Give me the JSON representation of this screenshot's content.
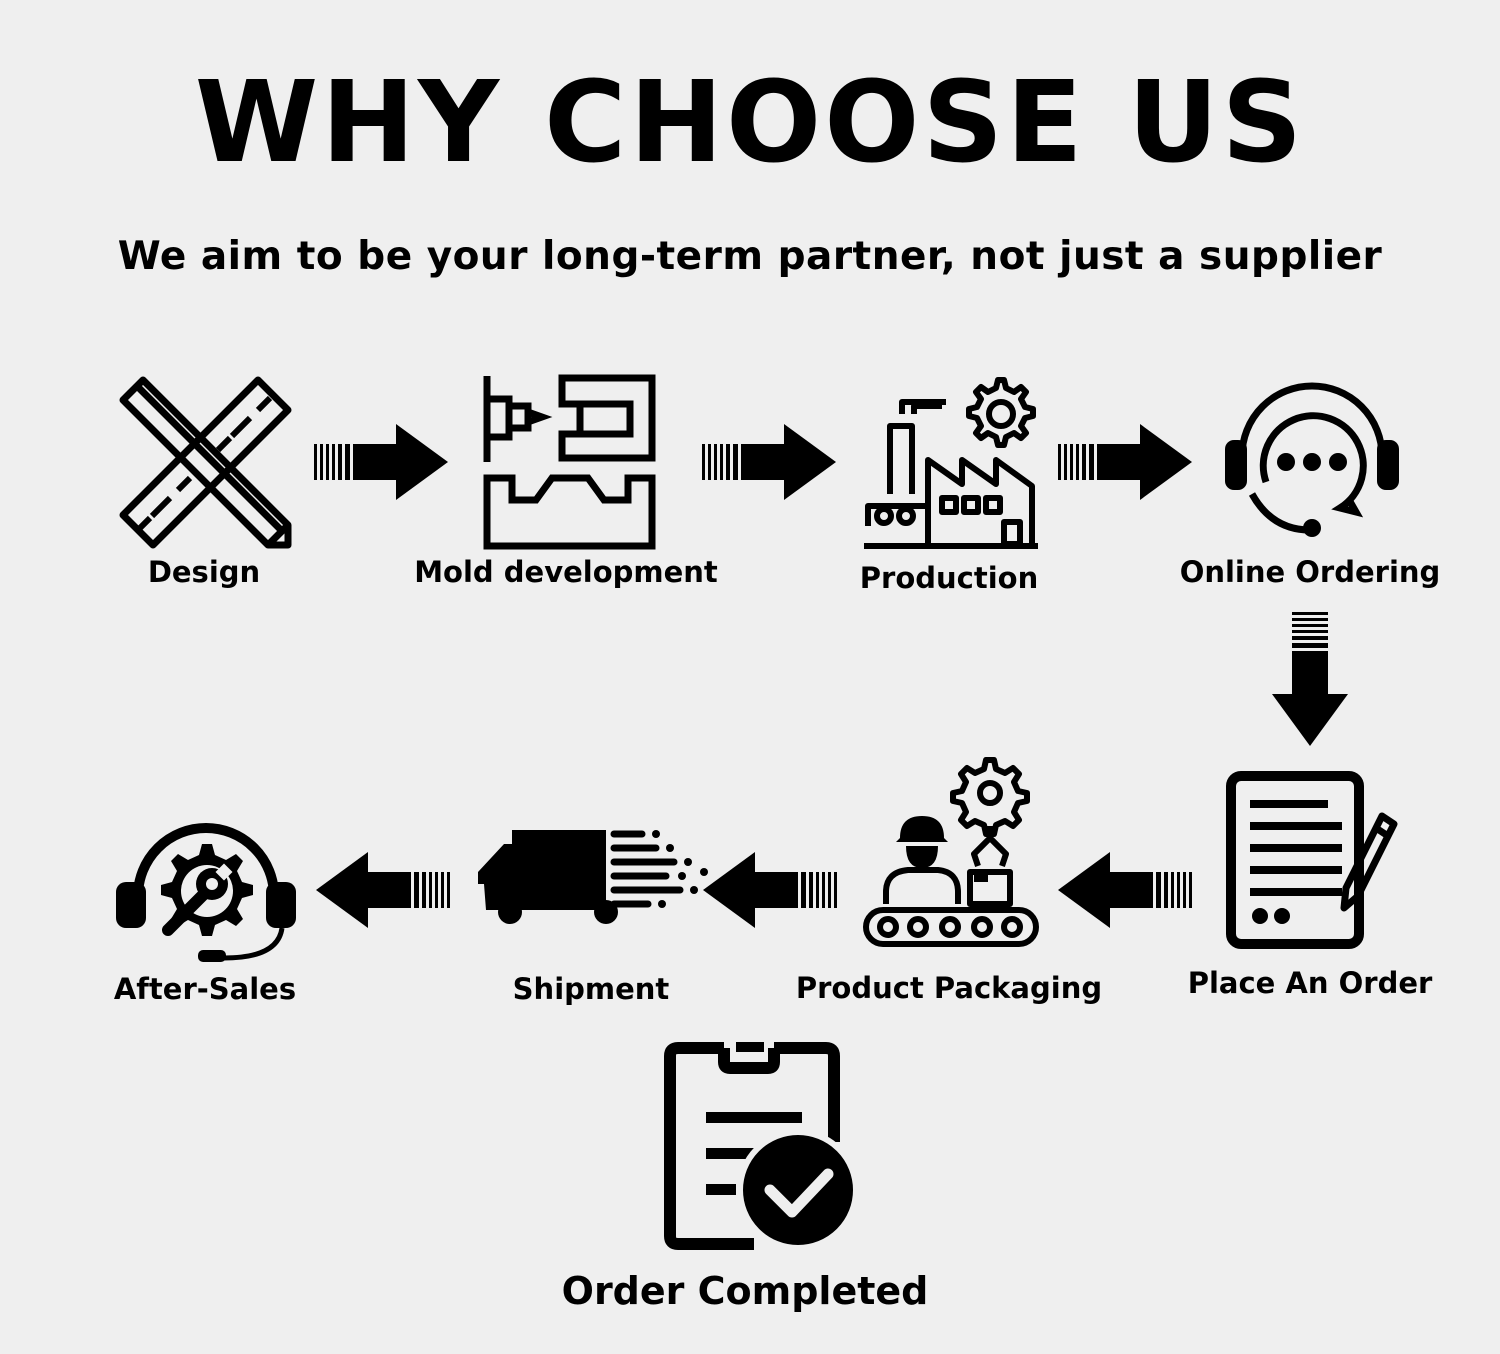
{
  "header": {
    "title": "WHY CHOOSE US",
    "subtitle": "We aim to be your long-term partner, not just a supplier"
  },
  "steps": [
    {
      "label": "Design",
      "icon": "ruler-pencil-icon"
    },
    {
      "label": "Mold development",
      "icon": "mold-machine-icon"
    },
    {
      "label": "Production",
      "icon": "factory-icon"
    },
    {
      "label": "Online Ordering",
      "icon": "headset-chat-icon"
    },
    {
      "label": "Place An Order",
      "icon": "order-form-icon"
    },
    {
      "label": "Product Packaging",
      "icon": "packaging-robot-icon"
    },
    {
      "label": "Shipment",
      "icon": "delivery-truck-icon"
    },
    {
      "label": "After-Sales",
      "icon": "support-headset-gear-icon"
    },
    {
      "label": "Order Completed",
      "icon": "clipboard-check-icon"
    }
  ]
}
